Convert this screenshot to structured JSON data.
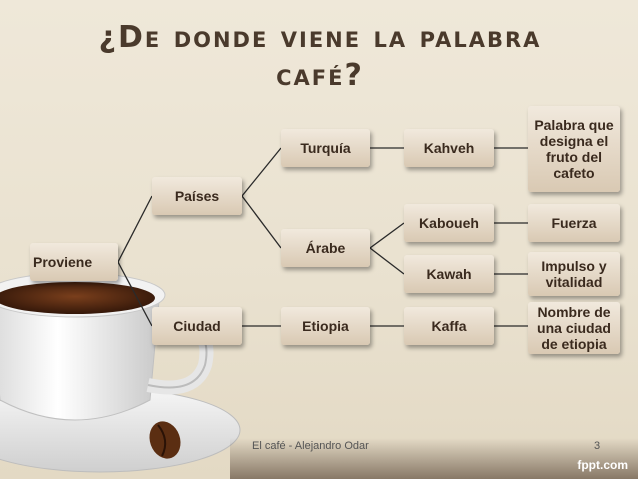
{
  "title": {
    "line1": "¿De donde viene la palabra",
    "line2": "café?"
  },
  "nodes": {
    "proviene": "Proviene",
    "paises": "Países",
    "ciudad": "Ciudad",
    "turquia": "Turquía",
    "arabe": "Árabe",
    "etiopia": "Etiopia",
    "kahveh": "Kahveh",
    "kaboueh": "Kaboueh",
    "kawah": "Kawah",
    "kaffa": "Kaffa",
    "palabra": "Palabra que designa el fruto del cafeto",
    "fuerza": "Fuerza",
    "impulso": "Impulso y vitalidad",
    "nombre": "Nombre de una ciudad de etiopia"
  },
  "footer": {
    "author": "El café - Alejandro Odar",
    "page": "3",
    "brand": "fppt.com"
  },
  "colors": {
    "background": "#ebe3d2",
    "node_top": "#f1e9dd",
    "node_bottom": "#d9c9b3",
    "text": "#3a2a1e",
    "title": "#4a3a2c",
    "line": "#2a2a2a"
  }
}
